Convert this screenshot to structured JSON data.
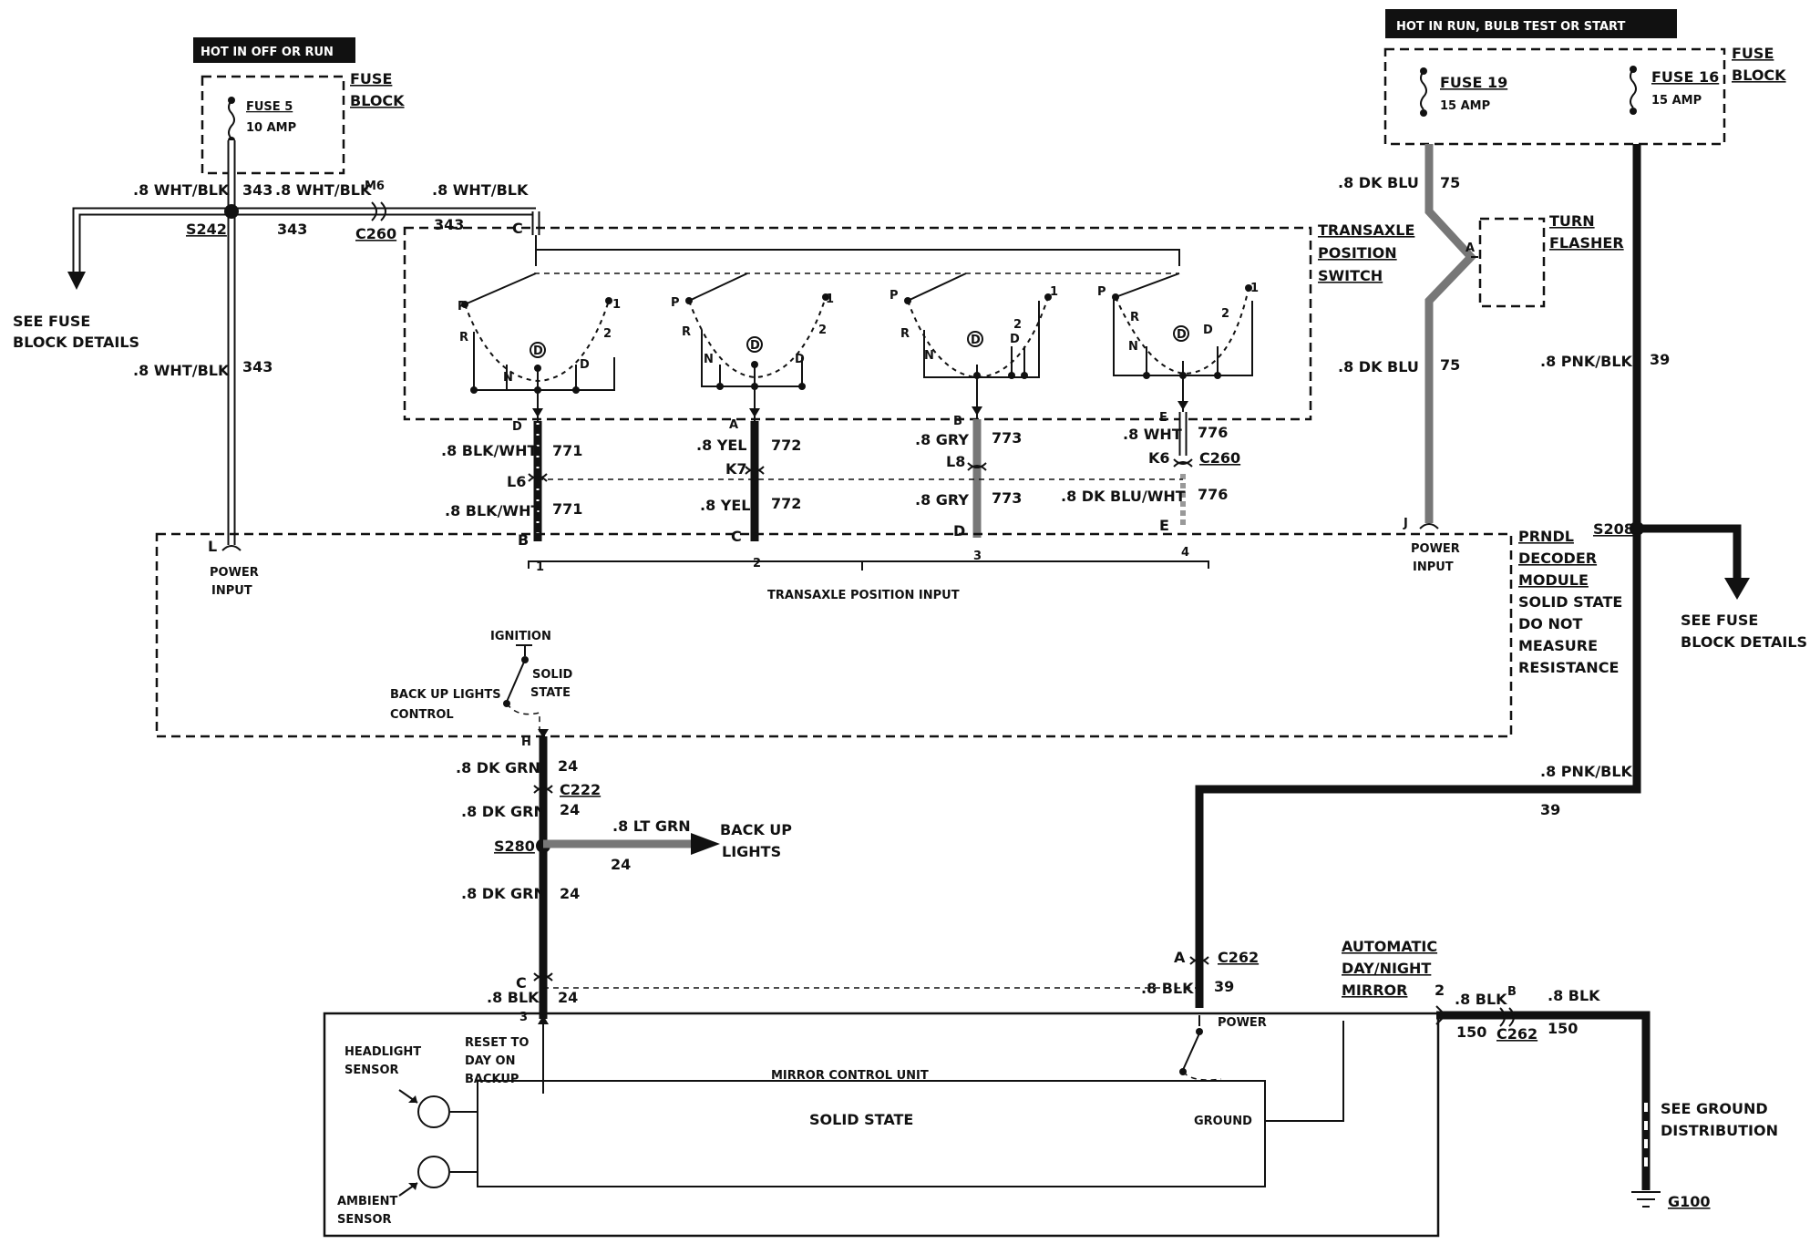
{
  "power_labels": {
    "hot_off_run": "HOT IN OFF OR RUN",
    "hot_run_bulb_start": "HOT IN RUN, BULB TEST OR START"
  },
  "fuse_block_left": {
    "label_line1": "FUSE",
    "label_line2": "BLOCK",
    "fuse_name": "FUSE 5",
    "fuse_rating": "10 AMP"
  },
  "fuse_block_right": {
    "label_line1": "FUSE",
    "label_line2": "BLOCK",
    "fuse19_name": "FUSE 19",
    "fuse19_rating": "15 AMP",
    "fuse16_name": "FUSE 16",
    "fuse16_rating": "15 AMP"
  },
  "left_wiring": {
    "wire_a": ".8 WHT/BLK",
    "wire_a_num": "343",
    "wire_b": ".8 WHT/BLK",
    "connector_m6": "M6",
    "wire_c": ".8 WHT/BLK",
    "splice": "S242",
    "num_343_a": "343",
    "connector_c260": "C260",
    "num_343_b": "343",
    "pin_c": "C",
    "see_fuse_1": "SEE FUSE",
    "see_fuse_2": "BLOCK DETAILS",
    "wire_down": ".8 WHT/BLK",
    "wire_down_num": "343",
    "pin_l": "L",
    "power_input_1": "POWER",
    "power_input_2": "INPUT"
  },
  "transaxle_switch": {
    "label_line1": "TRANSAXLE",
    "label_line2": "POSITION",
    "label_line3": "SWITCH",
    "pos_p": "P",
    "pos_r": "R",
    "pos_n": "N",
    "pos_od": "D",
    "pos_d": "D",
    "pos_2": "2",
    "pos_1": "1"
  },
  "transaxle_wires": [
    {
      "top_pin": "D",
      "wire": ".8 BLK/WHT",
      "num": "771",
      "mid_conn": "L6",
      "wire2": ".8 BLK/WHT",
      "num2": "771",
      "bottom_pin": "B",
      "input_num": "1"
    },
    {
      "top_pin": "A",
      "wire": ".8 YEL",
      "num": "772",
      "mid_conn": "K7",
      "wire2": ".8 YEL",
      "num2": "772",
      "bottom_pin": "C",
      "input_num": "2"
    },
    {
      "top_pin": "B",
      "wire": ".8 GRY",
      "num": "773",
      "mid_conn": "L8",
      "wire2": ".8 GRY",
      "num2": "773",
      "bottom_pin": "D",
      "input_num": "3"
    },
    {
      "top_pin": "E",
      "wire": ".8 WHT",
      "num": "776",
      "mid_conn": "K6",
      "wire2": ".8 DK BLU/WHT",
      "num2": "776",
      "bottom_pin": "E",
      "input_num": "4"
    }
  ],
  "c260_mid": "C260",
  "transaxle_input_label": "TRANSAXLE POSITION INPUT",
  "right_wiring": {
    "wire_blu": ".8 DK BLU",
    "num_75": "75",
    "pin_a": "A",
    "turn_flasher_1": "TURN",
    "turn_flasher_2": "FLASHER",
    "wire_blu2": ".8 DK BLU",
    "num_75b": "75",
    "wire_pnk": ".8 PNK/BLK",
    "num_39": "39",
    "pin_j": "J",
    "power_input_1": "POWER",
    "power_input_2": "INPUT",
    "splice": "S208",
    "see_fuse_1": "SEE FUSE",
    "see_fuse_2": "BLOCK DETAILS",
    "wire_pnk2": ".8 PNK/BLK",
    "num_39b": "39"
  },
  "prndl_module": {
    "line1": "PRNDL",
    "line2": "DECODER",
    "line3": "MODULE",
    "line4": "SOLID STATE",
    "line5": "DO NOT",
    "line6": "MEASURE",
    "line7": "RESISTANCE",
    "ignition": "IGNITION",
    "solid_1": "SOLID",
    "solid_2": "STATE",
    "backup_1": "BACK UP LIGHTS",
    "backup_2": "CONTROL"
  },
  "backup_wiring": {
    "pin_h": "H",
    "wire1": ".8 DK GRN",
    "num1": "24",
    "connector": "C222",
    "wire2": ".8 DK GRN",
    "num2": "24",
    "splice": "S280",
    "wire_lt": ".8 LT GRN",
    "num_lt": "24",
    "backup_lights_1": "BACK UP",
    "backup_lights_2": "LIGHTS",
    "wire3": ".8 DK GRN",
    "num3": "24",
    "pin_c": "C",
    "wire_blk": ".8 BLK",
    "num_blk": "24",
    "pin_3": "3"
  },
  "mirror_wiring": {
    "pin_a": "A",
    "connector": "C262",
    "wire_blk": ".8 BLK",
    "num": "39",
    "power": "POWER",
    "auto_1": "AUTOMATIC",
    "auto_2": "DAY/NIGHT",
    "auto_3": "MIRROR",
    "pin_2": "2",
    "wire_out": ".8 BLK",
    "pin_b": "B",
    "wire_out2": ".8 BLK",
    "num_150a": "150",
    "connector2": "C262",
    "num_150b": "150",
    "see_ground_1": "SEE GROUND",
    "see_ground_2": "DISTRIBUTION",
    "ground": "G100"
  },
  "mirror_unit": {
    "headlight_1": "HEADLIGHT",
    "headlight_2": "SENSOR",
    "ambient_1": "AMBIENT",
    "ambient_2": "SENSOR",
    "reset_1": "RESET TO",
    "reset_2": "DAY ON",
    "reset_3": "BACKUP",
    "control_unit": "MIRROR CONTROL UNIT",
    "solid_state": "SOLID STATE",
    "ground": "GROUND"
  }
}
